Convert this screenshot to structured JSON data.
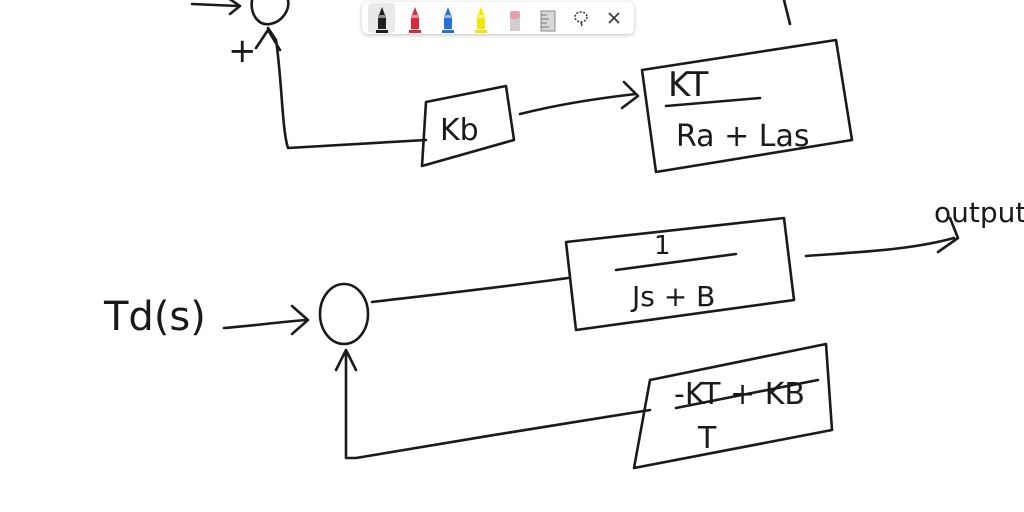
{
  "toolbar": {
    "tools": [
      {
        "name": "pen-black",
        "color": "#1e1e1e"
      },
      {
        "name": "pen-red",
        "color": "#d9283a"
      },
      {
        "name": "pen-blue",
        "color": "#2a6fd6"
      },
      {
        "name": "highlighter-yellow",
        "color": "#f2e600"
      },
      {
        "name": "eraser",
        "color": "#e8a0a8"
      },
      {
        "name": "ruler",
        "color": "#9a9a9a"
      }
    ],
    "lasso_icon": "lasso-icon",
    "close_icon": "close-icon"
  },
  "diagram": {
    "top": {
      "plus_sign": "+",
      "block_feedback": "Kb",
      "block_forward_num": "KT",
      "block_forward_den": "Ra + Las"
    },
    "bottom": {
      "input_label": "Td(s)",
      "output_label": "output",
      "block_forward_num": "1",
      "block_forward_den": "Js + B",
      "block_feedback_num": "-KT + KB",
      "block_feedback_den": "T"
    }
  }
}
